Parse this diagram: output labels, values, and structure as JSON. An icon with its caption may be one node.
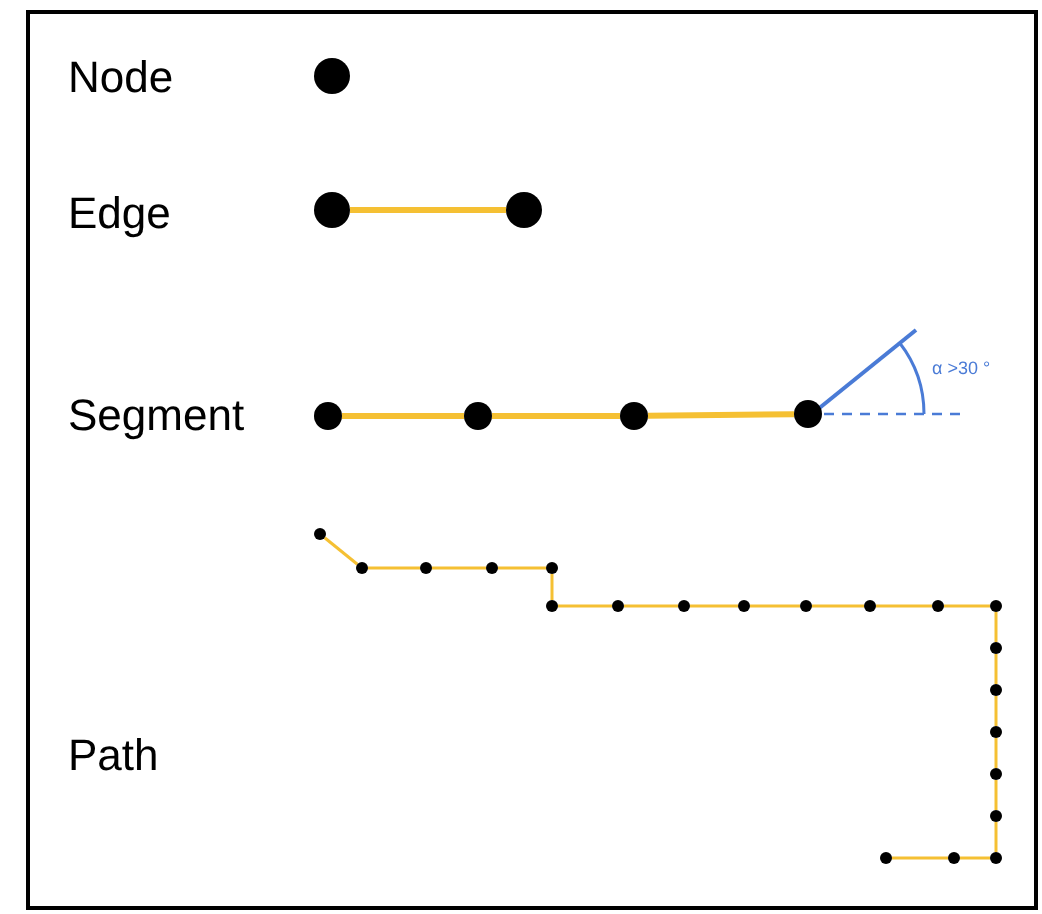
{
  "diagram": {
    "nodes": [
      {
        "text": [],
        "shape": "circle"
      },
      {
        "text": [],
        "shape": "circle"
      },
      {
        "text": [],
        "shape": "circle"
      },
      {
        "text": [],
        "shape": "circle"
      },
      {
        "text": [],
        "shape": "circle"
      },
      {
        "text": [],
        "shape": "circle"
      },
      {
        "text": [],
        "shape": "circle"
      },
      {
        "text": [],
        "shape": "circle"
      },
      {
        "text": [],
        "shape": "circle"
      },
      {
        "text": [],
        "shape": "circle"
      },
      {
        "text": [],
        "shape": "circle"
      },
      {
        "text": [],
        "shape": "circle"
      },
      {
        "text": [],
        "shape": "circle"
      },
      {
        "text": [],
        "shape": "circle"
      },
      {
        "text": [],
        "shape": "circle"
      },
      {
        "text": [],
        "shape": "circle"
      },
      {
        "text": [],
        "shape": "circle"
      },
      {
        "text": [],
        "shape": "circle"
      },
      {
        "text": [],
        "shape": "circle"
      },
      {
        "text": [],
        "shape": "circle"
      },
      {
        "text": [],
        "shape": "circle"
      },
      {
        "text": [],
        "shape": "circle"
      },
      {
        "text": [],
        "shape": "circle"
      },
      {
        "text": [],
        "shape": "circle"
      },
      {
        "text": [],
        "shape": "circle"
      },
      {
        "text": [],
        "shape": "circle"
      },
      {
        "text": [],
        "shape": "circle"
      },
      {
        "text": [],
        "shape": "circle"
      }
    ],
    "edges": [
      {
        "from": 1,
        "to": 2,
        "arrow": "none",
        "style": "thick"
      },
      {
        "from": 3,
        "to": 4,
        "arrow": "none",
        "style": "thick"
      },
      {
        "from": 4,
        "to": 5,
        "arrow": "none",
        "style": "thick"
      },
      {
        "from": 5,
        "to": 6,
        "arrow": "none",
        "style": "thick"
      },
      {
        "from": 7,
        "to": 8,
        "arrow": "none"
      },
      {
        "from": 8,
        "to": 9,
        "arrow": "none"
      },
      {
        "from": 9,
        "to": 10,
        "arrow": "none"
      },
      {
        "from": 10,
        "to": 11,
        "arrow": "none"
      },
      {
        "from": 11,
        "to": 12,
        "arrow": "none"
      },
      {
        "from": 12,
        "to": 13,
        "arrow": "none"
      },
      {
        "from": 13,
        "to": 14,
        "arrow": "none"
      },
      {
        "from": 14,
        "to": 15,
        "arrow": "none"
      },
      {
        "from": 15,
        "to": 16,
        "arrow": "none"
      },
      {
        "from": 16,
        "to": 17,
        "arrow": "none"
      },
      {
        "from": 17,
        "to": 18,
        "arrow": "none"
      },
      {
        "from": 18,
        "to": 19,
        "arrow": "none"
      },
      {
        "from": 19,
        "to": 20,
        "arrow": "none"
      },
      {
        "from": 20,
        "to": 21,
        "arrow": "none"
      },
      {
        "from": 21,
        "to": 22,
        "arrow": "none"
      },
      {
        "from": 22,
        "to": 23,
        "arrow": "none"
      },
      {
        "from": 23,
        "to": 24,
        "arrow": "none"
      },
      {
        "from": 24,
        "to": 25,
        "arrow": "none"
      },
      {
        "from": 25,
        "to": 26,
        "arrow": "none"
      },
      {
        "from": 26,
        "to": 27,
        "arrow": "none"
      }
    ],
    "labels": [
      "Node",
      "Edge",
      "Segment",
      "α >30 °",
      "Path"
    ]
  }
}
